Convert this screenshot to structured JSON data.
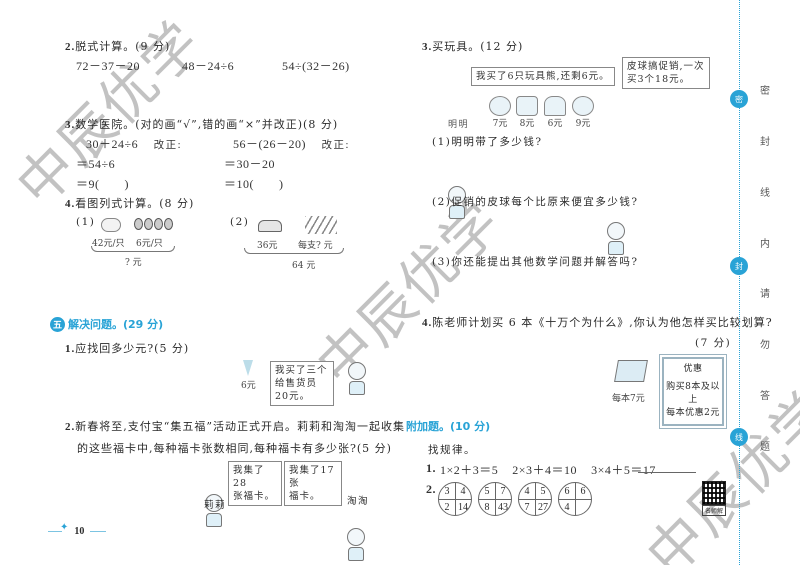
{
  "watermark": "中辰优学",
  "left": {
    "q2": {
      "title_num": "2.",
      "title": "脱式计算。(9 分)",
      "exprs": [
        "72－37－20",
        "48－24÷6",
        "54÷(32－26)"
      ]
    },
    "q3": {
      "title_num": "3.",
      "title": "数学医院。(对的画“√”,错的画“×”并改正)(8 分)",
      "left": {
        "line1": "30＋24÷6",
        "fix_label": "改正:",
        "line2": "＝54÷6",
        "line3": "＝9(　　)"
      },
      "right": {
        "line1": "56－(26－20)",
        "fix_label": "改正:",
        "line2": "＝30－20",
        "line3": "＝10(　　)"
      }
    },
    "q4": {
      "title_num": "4.",
      "title": "看图列式计算。(8 分)",
      "part1": {
        "label": "(1)",
        "item1_price": "42元/只",
        "item2_price": "6元/只",
        "total": "? 元"
      },
      "part2": {
        "label": "(2)",
        "item1_price": "36元",
        "item2_price": "每支? 元",
        "total": "64 元"
      }
    },
    "section5": {
      "badge": "五",
      "title": "解决问题。(29 分)",
      "p1": {
        "title_num": "1.",
        "title": "应找回多少元?(5 分)",
        "icecream_price": "6元",
        "bubble_line1": "我买了三个",
        "bubble_line2": "给售货员20元。"
      },
      "p2": {
        "title_num": "2.",
        "title_line1": "新春将至,支付宝“集五福”活动正式开启。莉莉和淘淘一起收集",
        "title_line2": "的这些福卡中,每种福卡张数相同,每种福卡有多少张?(5 分)",
        "bubble_left_line1": "我集了28",
        "bubble_left_line2": "张福卡。",
        "bubble_right_line1": "我集了17张",
        "bubble_right_line2": "福卡。",
        "name_left": "莉莉",
        "name_right": "淘淘"
      }
    },
    "page_number": "10"
  },
  "right": {
    "q3": {
      "title_num": "3.",
      "title": "买玩具。(12 分)",
      "bubble_boy": "我买了6只玩具熊,还剩6元。",
      "bubble_girl_line1": "皮球搞促销,一次",
      "bubble_girl_line2": "买3个18元。",
      "boy_name": "明明",
      "toys": [
        {
          "name": "ball",
          "price": "7元"
        },
        {
          "name": "car",
          "price": "8元"
        },
        {
          "name": "doll",
          "price": "6元"
        },
        {
          "name": "bear",
          "price": "9元"
        }
      ],
      "sub1": "(1)明明带了多少钱?",
      "sub2": "(2)促销的皮球每个比原来便宜多少钱?",
      "sub3": "(3)你还能提出其他数学问题并解答吗?"
    },
    "q4": {
      "title_num": "4.",
      "title": "陈老师计划买 6 本《十万个为什么》,你认为他怎样买比较划算?",
      "points": "(7 分)",
      "book_price": "每本7元",
      "promo_title": "优惠",
      "promo_line1": "购买8本及以上",
      "promo_line2": "每本优惠2元"
    },
    "bonus": {
      "title": "附加题。(10 分)",
      "intro": "找规律。",
      "p1_num": "1.",
      "p1_exprs": [
        "1×2＋3＝5",
        "2×3＋4＝10",
        "3×4＋5＝17"
      ],
      "p2_num": "2.",
      "circles": [
        {
          "tl": "3",
          "tr": "4",
          "bl": "2",
          "br": "14"
        },
        {
          "tl": "5",
          "tr": "7",
          "bl": "8",
          "br": "43"
        },
        {
          "tl": "4",
          "tr": "5",
          "bl": "7",
          "br": "27"
        },
        {
          "tl": "6",
          "tr": "6",
          "bl": "4",
          "br": ""
        }
      ],
      "qr_label": "名师解"
    }
  },
  "binding": {
    "dots": [
      "密",
      "封",
      "线"
    ],
    "chars": [
      "密",
      "封",
      "线",
      "内",
      "请",
      "勿",
      "答",
      "题"
    ]
  },
  "colors": {
    "accent": "#29a3d6",
    "text": "#2b2b2b"
  }
}
